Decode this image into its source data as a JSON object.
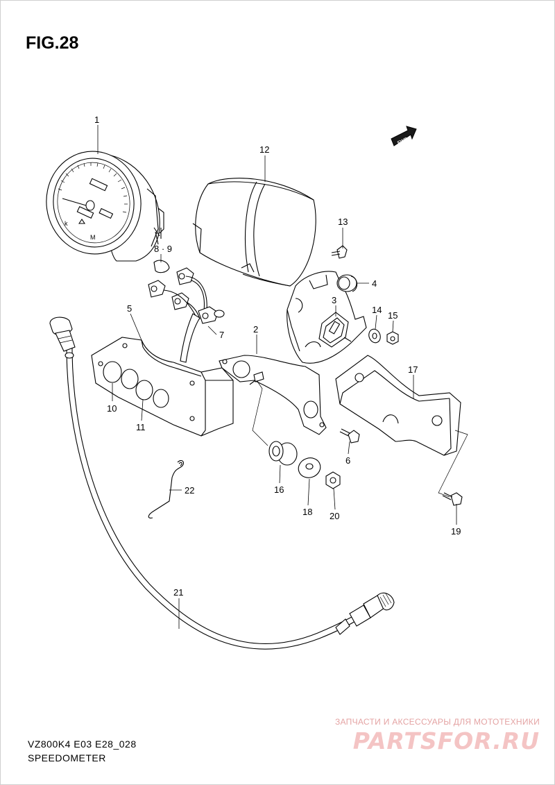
{
  "figure": {
    "title": "FIG.28",
    "code": "VZ800K4 E03 E28_028",
    "name": "SPEEDOMETER",
    "fwd_label": "FWD"
  },
  "callouts": [
    "1",
    "2",
    "3",
    "4",
    "5",
    "6",
    "7",
    "8 · 9",
    "10",
    "11",
    "12",
    "13",
    "14",
    "15",
    "16",
    "17",
    "18",
    "19",
    "20",
    "21",
    "22"
  ],
  "watermark": {
    "tagline": "ЗАПЧАСТИ И АКСЕССУАРЫ ДЛЯ МОТОТЕХНИКИ",
    "logo": "PARTSFOR.RU"
  }
}
